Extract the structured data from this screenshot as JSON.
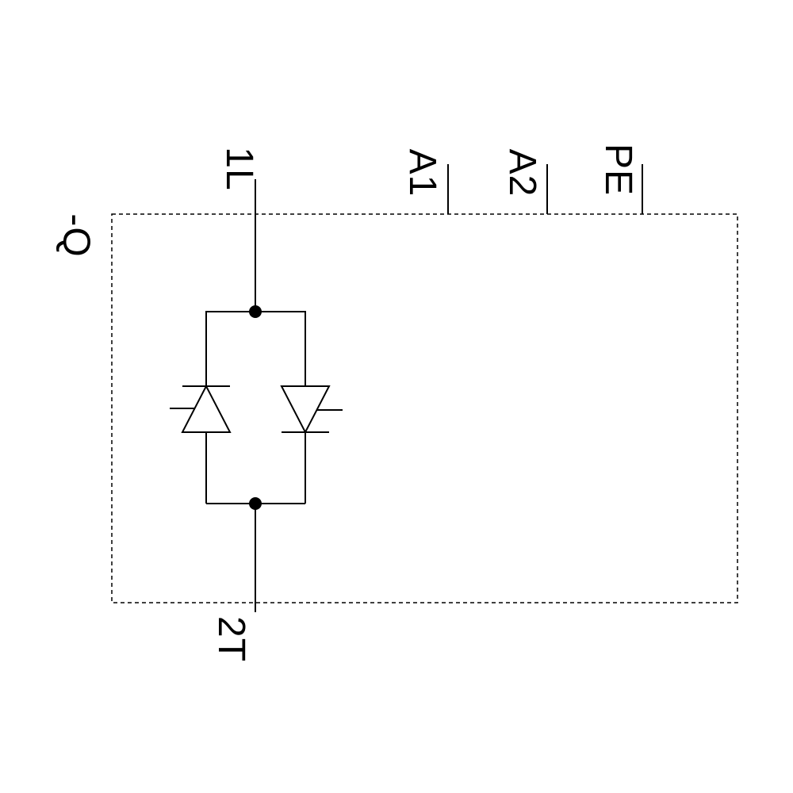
{
  "diagram": {
    "type": "electrical-wiring-schematic",
    "device_label": "-Q",
    "terminals": {
      "top_line": "1L",
      "control_a1": "A1",
      "control_a2": "A2",
      "earth": "PE",
      "bottom_load": "2T"
    },
    "symbols": {
      "left_branch": "thyristor-conducting-up-icon",
      "right_branch": "thyristor-conducting-down-icon",
      "enclosure": "dashed-device-boundary"
    },
    "colors": {
      "stroke": "#000000",
      "background": "#ffffff"
    }
  }
}
